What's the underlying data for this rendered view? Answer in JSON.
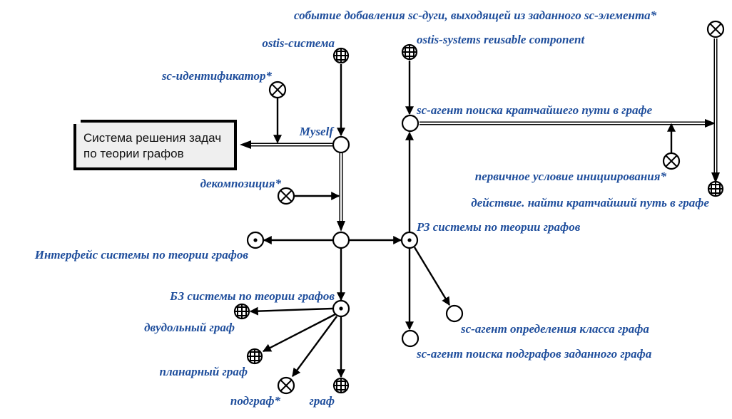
{
  "box": {
    "lines": [
      "Система решения задач",
      "по теории графов"
    ]
  },
  "labels": {
    "event": "событие добавления sc-дуги, выходящей из заданного sc-элемента*",
    "ostis_system": "ostis-система",
    "reusable": "ostis-systems reusable component",
    "sc_identifier": "sc-идентификатор*",
    "shortest_agent": "sc-агент поиска кратчайшего пути в графе",
    "myself": "Myself",
    "init_condition": "первичное условие инициирования*",
    "decomposition": "декомпозиция*",
    "action": "действие. найти кратчайший путь в графе",
    "ps": "РЗ системы по теории графов",
    "interface": "Интерфейс системы по теории графов",
    "kb": "БЗ системы по теории графов",
    "bipartite": "двудольный граф",
    "class_agent": "sc-агент определения класса графа",
    "subgraph_agent": "sc-агент поиска подграфов заданного графа",
    "planar": "планарный граф",
    "subgraph": "подграф*",
    "graph": "граф"
  }
}
